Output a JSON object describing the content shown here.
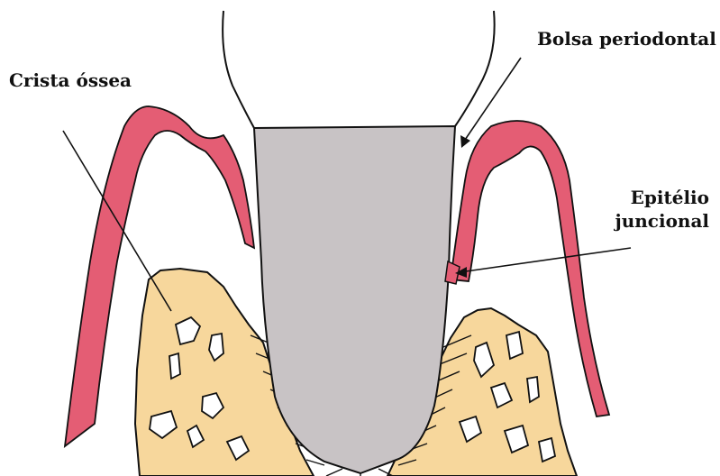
{
  "labels": {
    "crista_ossea": "Crista óssea",
    "bolsa_periodontal": "Bolsa periodontal",
    "epitelio_line1": "Epitélio",
    "epitelio_line2": "juncional"
  },
  "colors": {
    "bone": "#f7d79c",
    "gingiva": "#e45d74",
    "root": "#c8c3c5",
    "outline": "#111111",
    "background": "#ffffff"
  }
}
